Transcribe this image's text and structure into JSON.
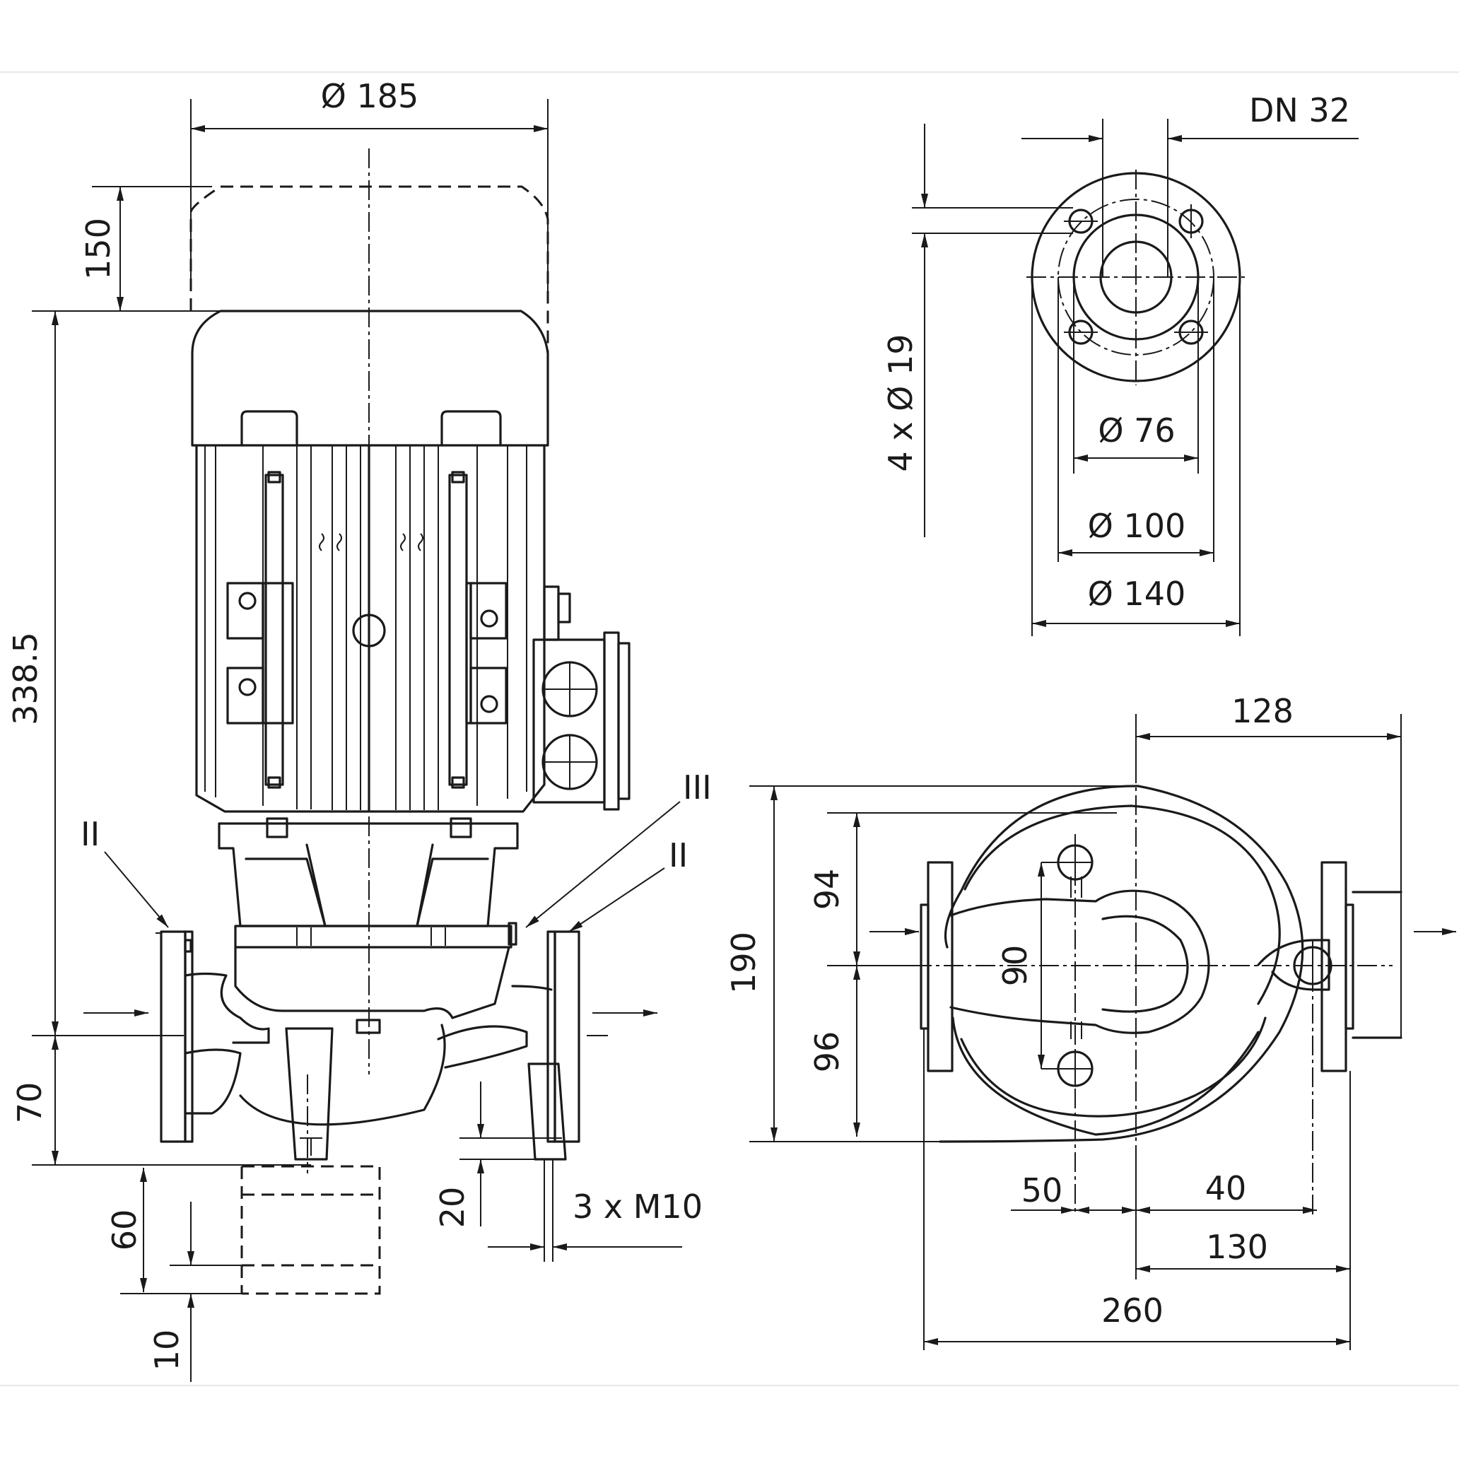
{
  "front_view": {
    "motor_diameter": "Ø 185",
    "top_clearance": "150",
    "total_height": "338.5",
    "axis_height": "70",
    "base_height": "60",
    "base_offset": "10",
    "foot_height": "20",
    "foot_bolts": "3 x M10",
    "marker_left": "II",
    "marker_right": "II",
    "marker_casing": "III"
  },
  "flange_view": {
    "nominal_size": "DN 32",
    "bolt_holes": "4 x Ø 19",
    "bore_diameter": "Ø 76",
    "bolt_circle": "Ø 100",
    "flange_diameter": "Ø 140"
  },
  "top_view": {
    "dim_right_width": "128",
    "dim_total_depth": "190",
    "dim_upper_depth": "94",
    "dim_lower_depth": "96",
    "dim_port_spacing": "90",
    "dim_left_offset": "50",
    "dim_right_offset": "40",
    "dim_half_length": "130",
    "dim_total_length": "260"
  }
}
